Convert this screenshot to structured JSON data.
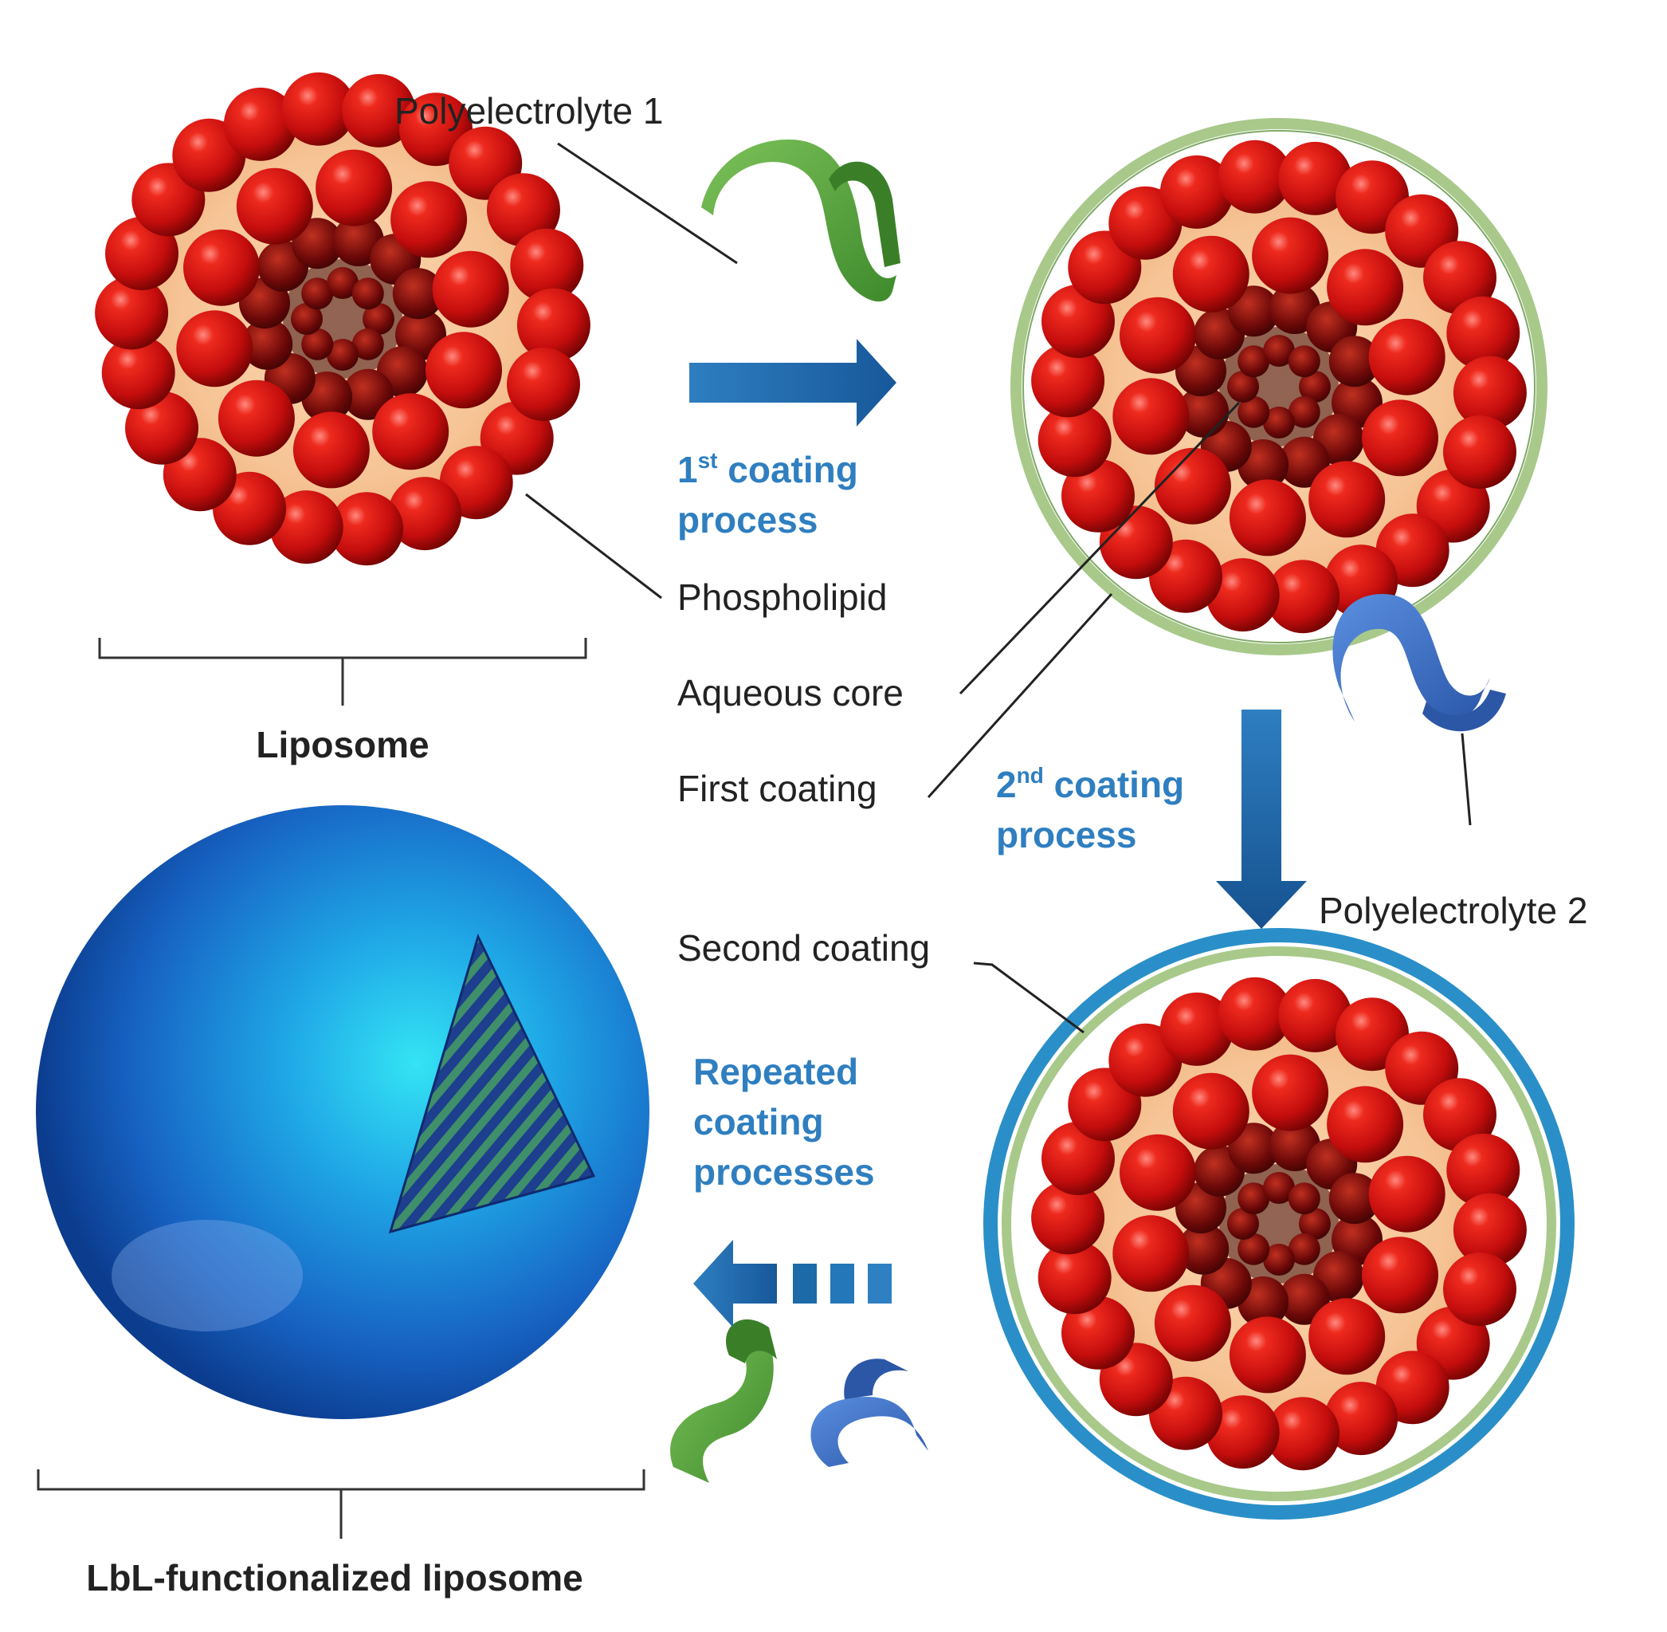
{
  "labels": {
    "polyelectrolyte_1": "Polyelectrolyte 1",
    "phospholipid": "Phospholipid",
    "aqueous_core": "Aqueous core",
    "first_coating": "First coating",
    "polyelectrolyte_2": "Polyelectrolyte 2",
    "second_coating": "Second coating",
    "liposome": "Liposome",
    "lbl_liposome": "LbL-functionalized liposome"
  },
  "steps": {
    "first": {
      "num": "1",
      "sup": "st",
      "line1": " coating",
      "line2": "process"
    },
    "second": {
      "num": "2",
      "sup": "nd",
      "line1": " coating",
      "line2": "process"
    },
    "repeated": {
      "line1": "Repeated",
      "line2": "coating",
      "line3": "processes"
    }
  },
  "colors": {
    "phospholipid": "#cc1010",
    "core": "#f4c49a",
    "first_coating": "#a8c98a",
    "second_coating": "#2a8fc8",
    "polyelectrolyte_1": "#5aa63a",
    "polyelectrolyte_2": "#3a6fc0",
    "arrow": "#1d6aa8",
    "step_text": "#2f7fc0"
  }
}
